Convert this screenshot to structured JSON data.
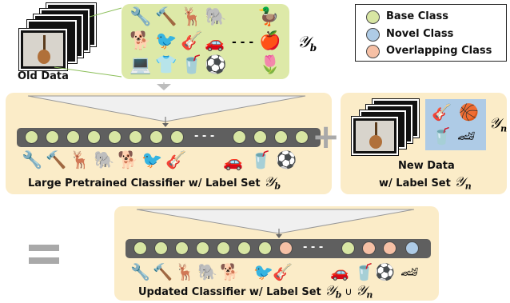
{
  "legend": {
    "items": [
      {
        "label": "Base Class",
        "color": "#d8e6a3"
      },
      {
        "label": "Novel Class",
        "color": "#aecbe6"
      },
      {
        "label": "Overlapping Class",
        "color": "#f6c0a5"
      }
    ]
  },
  "old_data": {
    "label": "Old Data",
    "set_symbol": "𝒴",
    "set_sub": "b",
    "icons": [
      "wrench-icon",
      "hammer-icon",
      "antelope-icon",
      "elephant-icon",
      "duck-icon",
      "dog-icon",
      "bird-icon",
      "guitar-icon",
      "car-icon",
      "apple-icon",
      "laptop-icon",
      "tshirt-icon",
      "cup-icon",
      "ball-icon",
      "flower-icon"
    ]
  },
  "pretrained": {
    "label": "Large Pretrained Classifier w/ Label Set ",
    "set_symbol": "𝒴",
    "set_sub": "b",
    "dots": "- - -"
  },
  "new_data": {
    "label_line1": "New Data",
    "label_line2": "w/ Label Set ",
    "set_symbol": "𝒴",
    "set_sub": "n"
  },
  "operators": {
    "plus": "+",
    "equals": "="
  },
  "updated": {
    "label": "Updated Classifier w/ Label Set ",
    "set_expr_b": "𝒴",
    "sub_b": "b",
    "union": " ∪ ",
    "set_expr_n": "𝒴",
    "sub_n": "n",
    "dots": "- - -"
  }
}
